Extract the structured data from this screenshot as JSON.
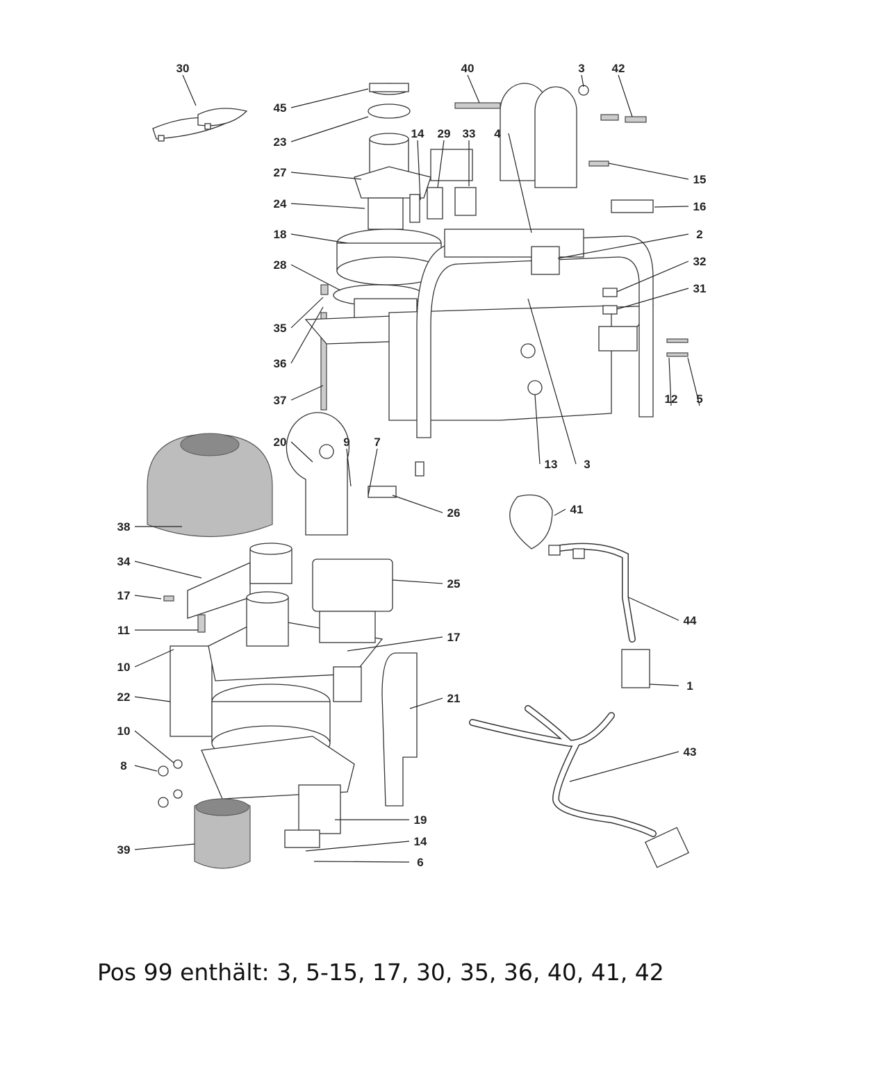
{
  "callouts": [
    "30",
    "45",
    "23",
    "27",
    "24",
    "18",
    "28",
    "35",
    "36",
    "37",
    "14",
    "29",
    "33",
    "4",
    "40",
    "3",
    "42",
    "15",
    "16",
    "2",
    "32",
    "31",
    "12",
    "5",
    "13",
    "3",
    "20",
    "9",
    "7",
    "26",
    "38",
    "41",
    "34",
    "25",
    "17",
    "11",
    "17",
    "44",
    "10",
    "22",
    "21",
    "1",
    "10",
    "43",
    "8",
    "19",
    "14",
    "6",
    "39"
  ],
  "footer": {
    "text": "Pos 99 enthält: 3, 5-15, 17, 30, 35, 36, 40, 41, 42"
  }
}
